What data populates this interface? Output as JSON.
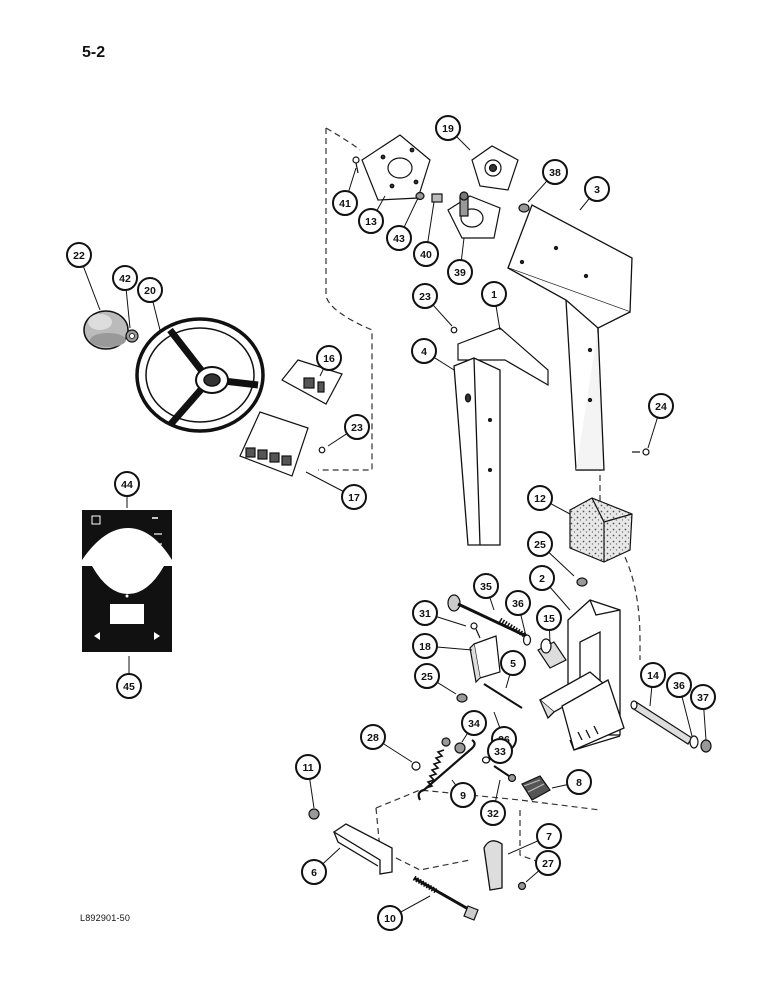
{
  "page_number": "5-2",
  "figure_code": "L892901-50",
  "callouts": [
    {
      "label": "19"
    },
    {
      "label": "41"
    },
    {
      "label": "13"
    },
    {
      "label": "43"
    },
    {
      "label": "40"
    },
    {
      "label": "39"
    },
    {
      "label": "38"
    },
    {
      "label": "3"
    },
    {
      "label": "22"
    },
    {
      "label": "42"
    },
    {
      "label": "20"
    },
    {
      "label": "23"
    },
    {
      "label": "1"
    },
    {
      "label": "4"
    },
    {
      "label": "16"
    },
    {
      "label": "23"
    },
    {
      "label": "17"
    },
    {
      "label": "24"
    },
    {
      "label": "44"
    },
    {
      "label": "12"
    },
    {
      "label": "25"
    },
    {
      "label": "2"
    },
    {
      "label": "35"
    },
    {
      "label": "36"
    },
    {
      "label": "15"
    },
    {
      "label": "31"
    },
    {
      "label": "18"
    },
    {
      "label": "5"
    },
    {
      "label": "25"
    },
    {
      "label": "14"
    },
    {
      "label": "36"
    },
    {
      "label": "37"
    },
    {
      "label": "45"
    },
    {
      "label": "34"
    },
    {
      "label": "26"
    },
    {
      "label": "28"
    },
    {
      "label": "33"
    },
    {
      "label": "11"
    },
    {
      "label": "9"
    },
    {
      "label": "32"
    },
    {
      "label": "8"
    },
    {
      "label": "7"
    },
    {
      "label": "6"
    },
    {
      "label": "27"
    },
    {
      "label": "10"
    }
  ]
}
